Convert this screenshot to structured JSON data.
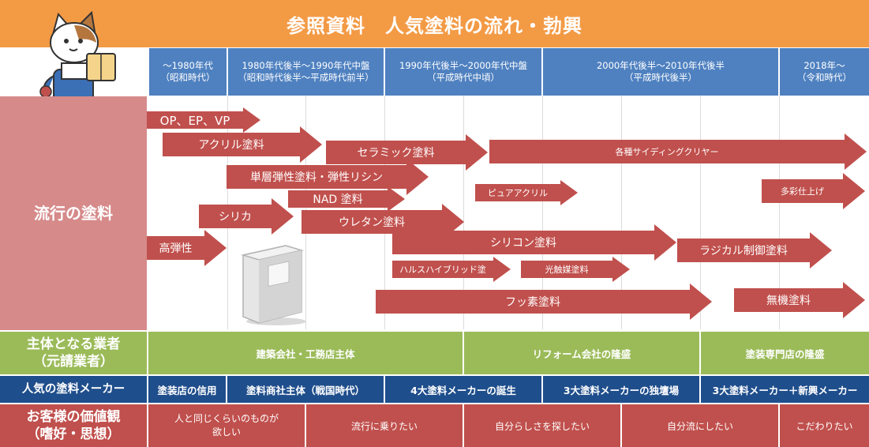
{
  "title": "参照資料　人気塗料の流れ・勃興",
  "eras": [
    {
      "line1": "～1980年代",
      "line2": "（昭和時代）"
    },
    {
      "line1": "1980年代後半～1990年代中盤",
      "line2": "（昭和時代後半～平成時代前半）"
    },
    {
      "line1": "1990年代後半～2000年代中盤",
      "line2": "（平成時代中頃）"
    },
    {
      "line1": "2000年代後半～2010年代後半",
      "line2": "（平成時代後半）"
    },
    {
      "line1": "2018年～",
      "line2": "（令和時代）"
    }
  ],
  "rows": {
    "trend_label": "流行の塗料",
    "contractor_label_1": "主体となる業者",
    "contractor_label_2": "（元請業者）",
    "maker_label": "人気の塗料メーカー",
    "value_label_1": "お客様の価値観",
    "value_label_2": "（嗜好・思想）"
  },
  "paints": [
    "OP、EP、VP",
    "アクリル塗料",
    "セラミック塗料",
    "各種サイディングクリヤー",
    "単層弾性塗料・弾性リシン",
    "ピュアアクリル",
    "多彩仕上げ",
    "NAD 塗料",
    "シリカ",
    "ウレタン塗料",
    "高弾性",
    "シリコン塗料",
    "ラジカル制御塗料",
    "ハルスハイブリッド塗",
    "光触媒塗料",
    "フッ素塗料",
    "無機塗料"
  ],
  "contractors": [
    "建築会社・工務店主体",
    "リフォーム会社の隆盛",
    "塗装専門店の隆盛"
  ],
  "makers": [
    "塗装店の信用",
    "塗料商社主体（戦国時代）",
    "4大塗料メーカーの誕生",
    "3大塗料メーカーの独壇場",
    "3大塗料メーカー＋新興メーカー"
  ],
  "values": [
    {
      "line1": "人と同じくらいのものが",
      "line2": "欲しい"
    },
    {
      "line1": "流行に乗りたい",
      "line2": ""
    },
    {
      "line1": "自分らしさを探したい",
      "line2": ""
    },
    {
      "line1": "自分流にしたい",
      "line2": ""
    },
    {
      "line1": "こだわりたい",
      "line2": ""
    }
  ],
  "colors": {
    "title_bg": "#f39a45",
    "era_bg": "#4f81c0",
    "arrow": "#c0504d",
    "trend_label_bg": "#d68a8a",
    "contractor_bg": "#9bbb59",
    "maker_bg": "#1f4e8c",
    "value_bg": "#c0504d"
  },
  "icons": [
    "cat-mascot-icon",
    "paint-can-icon"
  ]
}
